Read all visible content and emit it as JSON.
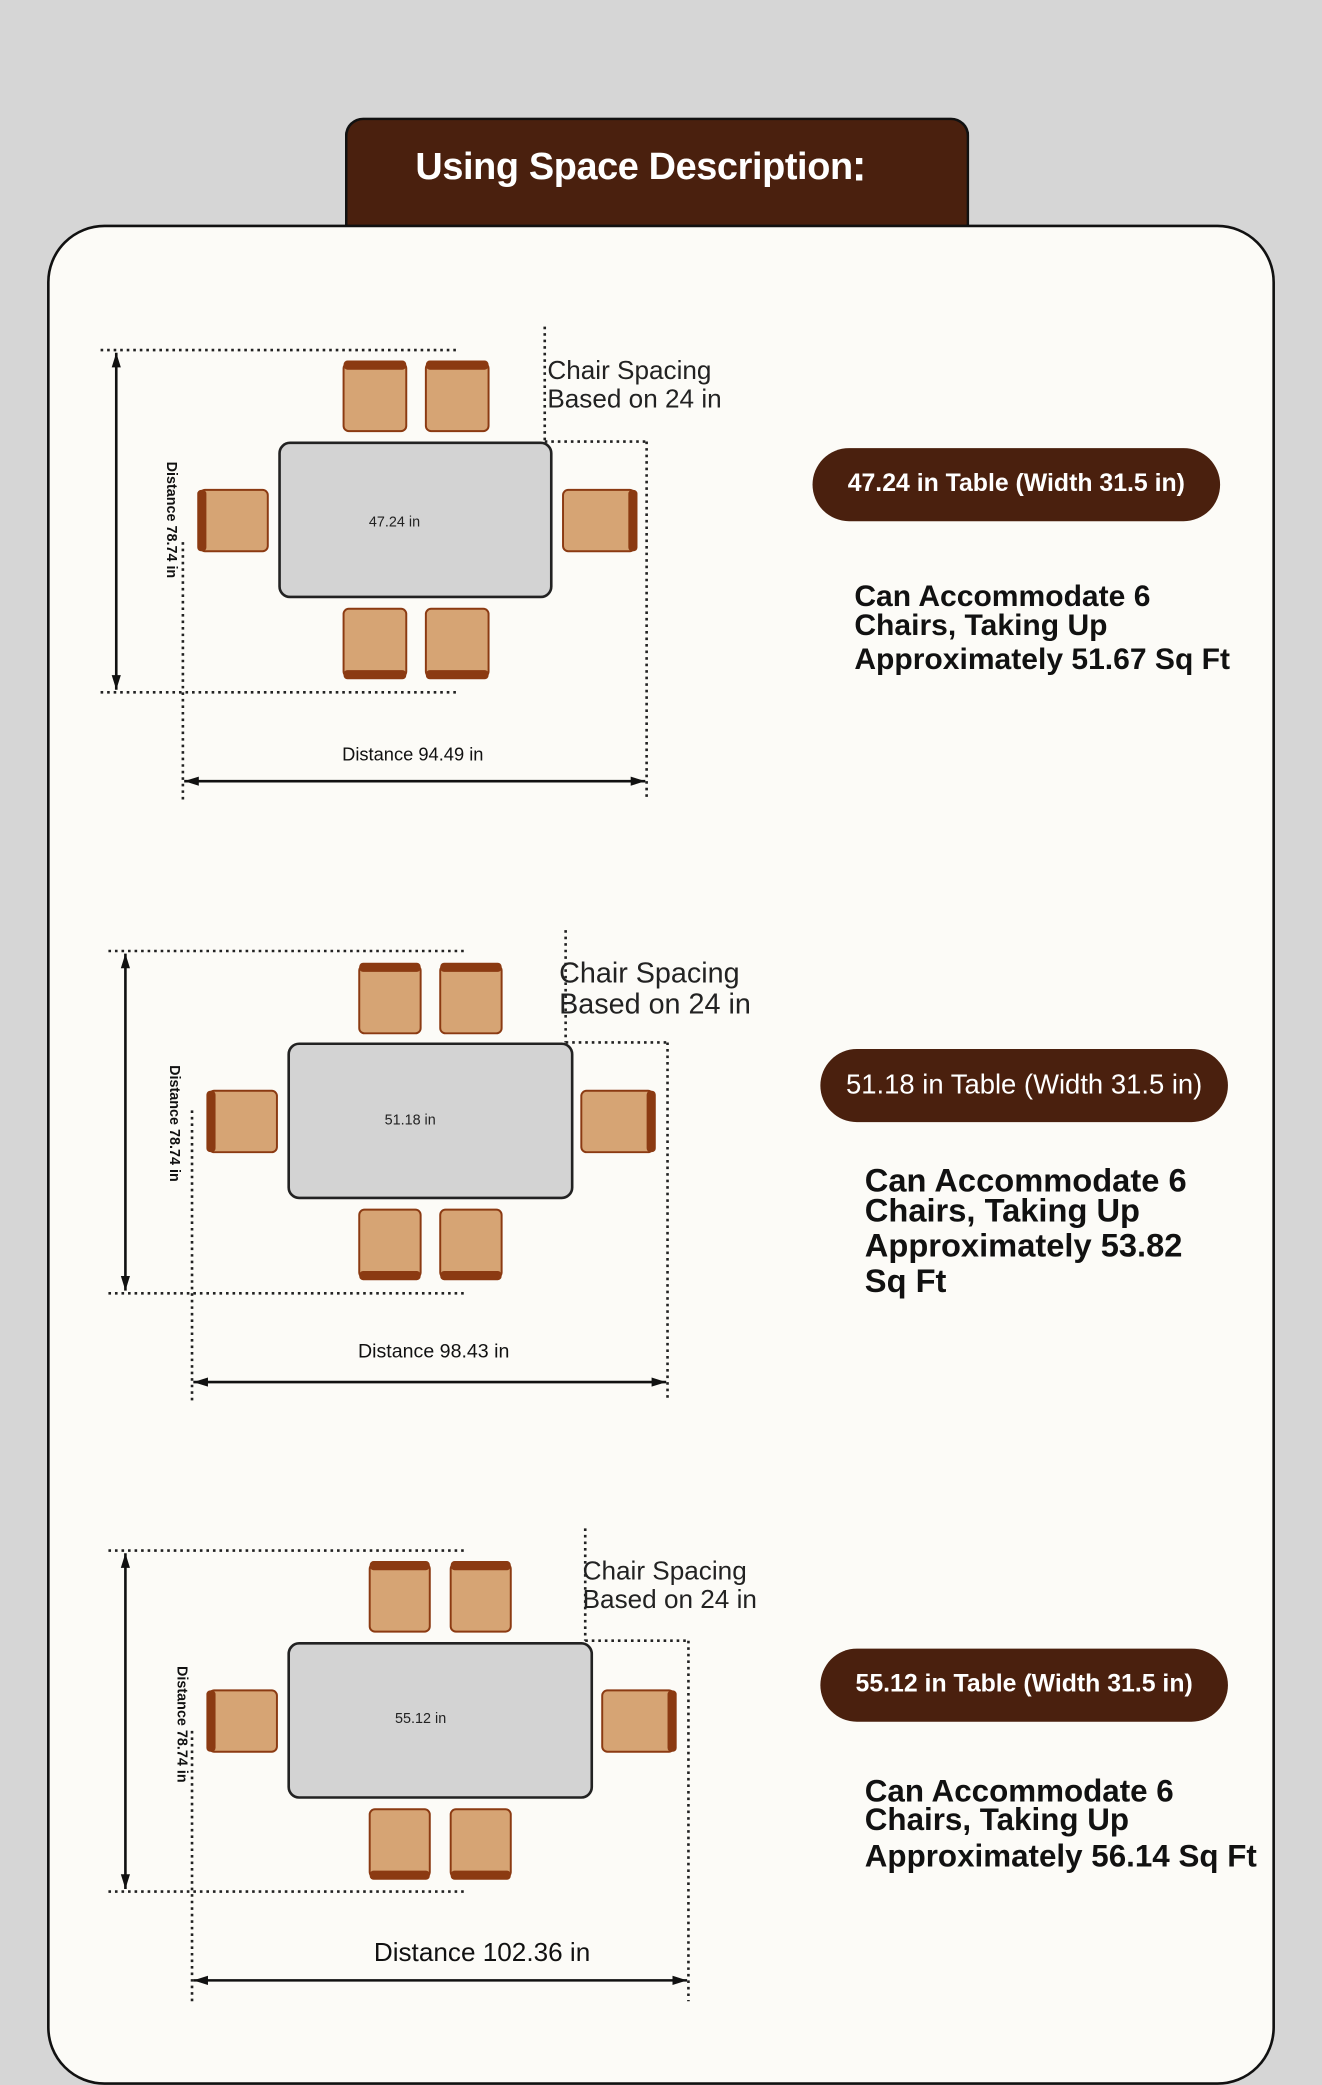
{
  "header": {
    "title": "Using Space Description",
    "colon": ":"
  },
  "sections": [
    {
      "table_label": "47.24 in",
      "vertical_distance": "Distance 78.74 in",
      "horizontal_distance": "Distance 94.49 in",
      "spacing_line1": "Chair Spacing",
      "spacing_line2": "Based on 24 in",
      "pill": "47.24 in Table (Width 31.5 in)",
      "desc": [
        "Can Accommodate 6",
        "Chairs, Taking Up",
        "Approximately 51.67 Sq Ft"
      ]
    },
    {
      "table_label": "51.18 in",
      "vertical_distance": "Distance 78.74 in",
      "horizontal_distance": "Distance 98.43 in",
      "spacing_line1": "Chair Spacing",
      "spacing_line2": "Based on 24 in",
      "pill": "51.18 in Table (Width 31.5 in)",
      "desc": [
        "Can Accommodate 6",
        "Chairs, Taking Up",
        "Approximately 53.82",
        "Sq Ft"
      ]
    },
    {
      "table_label": "55.12 in",
      "vertical_distance": "Distance 78.74 in",
      "horizontal_distance": "Distance 102.36 in",
      "spacing_line1": "Chair Spacing",
      "spacing_line2": "Based on 24 in",
      "pill": "55.12 in Table (Width 31.5 in)",
      "desc": [
        "Can Accommodate 6",
        "Chairs, Taking Up",
        "Approximately 56.14 Sq Ft"
      ]
    }
  ],
  "colors": {
    "brown": "#4a200e",
    "chair": "#d6a474",
    "chair_back": "#8b3a12",
    "table": "#d3d3d3"
  }
}
